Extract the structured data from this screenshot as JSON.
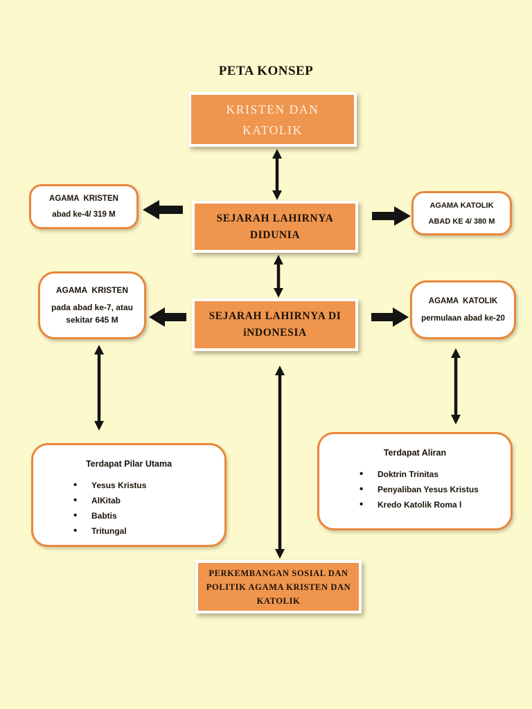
{
  "palette": {
    "bg": "#FCF9CD",
    "orange": "#F0954E",
    "orange-border": "#E8873D",
    "ink": "#1A1208",
    "box-text-light": "#FBF1E4",
    "arrow": "#141414"
  },
  "title": "PETA KONSEP",
  "nodes": {
    "root": {
      "line1": "KRISTEN DAN",
      "line2": "KATOLIK"
    },
    "world": {
      "line1": "SEJARAH LAHIRNYA",
      "line2": "DIDUNIA"
    },
    "kristen_world": {
      "title": "AGAMA  KRISTEN",
      "detail": "abad ke-4/ 319 M"
    },
    "katolik_world": {
      "title": "AGAMA KATOLIK",
      "detail": "ABAD KE 4/ 380 M"
    },
    "indonesia": {
      "line1": "SEJARAH LAHIRNYA DI",
      "line2": "iNDONESIA"
    },
    "kristen_indonesia": {
      "title": "AGAMA  KRISTEN",
      "detail_line1": "pada abad ke-7, atau",
      "detail_line2": "sekitar 645 M"
    },
    "katolik_indonesia": {
      "title": "AGAMA  KATOLIK",
      "detail": "permulaan abad ke-20"
    },
    "pilar": {
      "title": "Terdapat Pilar Utama",
      "items": [
        "Yesus Kristus",
        "AlKitab",
        "Babtis",
        "Tritungal"
      ]
    },
    "aliran": {
      "title": "Terdapat Aliran",
      "items": [
        "Doktrin Trinitas",
        "Penyaliban Yesus Kristus",
        "Kredo Katolik Roma l"
      ]
    },
    "perkembangan": {
      "text": "PERKEMBANGAN SOSIAL DAN POLITIK AGAMA KRISTEN DAN KATOLIK"
    }
  },
  "connectors": [
    {
      "type": "double-arrow-vertical",
      "between": [
        "root",
        "world"
      ]
    },
    {
      "type": "block-arrow-left",
      "between": [
        "world",
        "kristen_world"
      ]
    },
    {
      "type": "block-arrow-right",
      "between": [
        "world",
        "katolik_world"
      ]
    },
    {
      "type": "double-arrow-vertical",
      "between": [
        "world",
        "indonesia"
      ]
    },
    {
      "type": "block-arrow-left",
      "between": [
        "indonesia",
        "kristen_indonesia"
      ]
    },
    {
      "type": "block-arrow-right",
      "between": [
        "indonesia",
        "katolik_indonesia"
      ]
    },
    {
      "type": "double-arrow-vertical",
      "between": [
        "kristen_indonesia",
        "pilar"
      ]
    },
    {
      "type": "double-arrow-vertical",
      "between": [
        "katolik_indonesia",
        "aliran"
      ]
    },
    {
      "type": "double-arrow-vertical",
      "between": [
        "indonesia",
        "perkembangan"
      ]
    }
  ]
}
